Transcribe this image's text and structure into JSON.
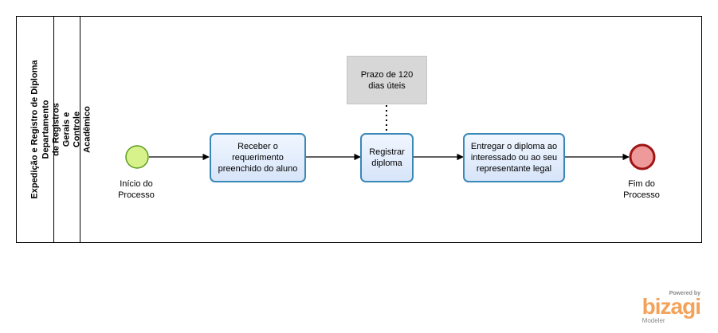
{
  "pool": {
    "label": "Expedição e Registro de Diploma"
  },
  "lane": {
    "label": "Departamento de Registros Gerais e Controle Acadêmico"
  },
  "events": {
    "start": {
      "label": "Início do Processo"
    },
    "end": {
      "label": "Fim do Processo"
    }
  },
  "tasks": [
    {
      "label": "Receber o requerimento preenchido do aluno"
    },
    {
      "label": "Registrar diploma"
    },
    {
      "label": "Entregar o diploma ao interessado ou ao seu representante legal"
    }
  ],
  "annotation": {
    "label": "Prazo de 120 dias úteis"
  },
  "branding": {
    "powered": "Powered by",
    "logo": "bizagi",
    "sub": "Modeler"
  },
  "colors": {
    "start_fill": "#d8f28b",
    "start_stroke": "#5a9c1c",
    "end_fill": "#ef9a9a",
    "end_stroke": "#a01414",
    "task_stroke": "#3a88b8",
    "annotation_fill": "#d7d7d7",
    "brand": "#f4a259"
  }
}
